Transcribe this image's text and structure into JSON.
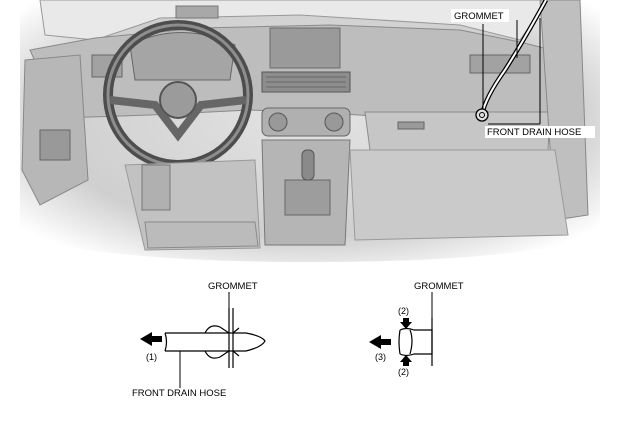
{
  "labels": {
    "top_grommet": "GROMMET",
    "top_drain_hose": "FRONT DRAIN HOSE",
    "left_grommet": "GROMMET",
    "left_drain_hose": "FRONT DRAIN HOSE",
    "left_step": "(1)",
    "right_grommet": "GROMMET",
    "right_step_top": "(2)",
    "right_step_bottom": "(2)",
    "right_step_pull": "(3)"
  },
  "colors": {
    "illustration_bg": "#c9c9c9",
    "line": "#000000",
    "paper": "#ffffff"
  }
}
